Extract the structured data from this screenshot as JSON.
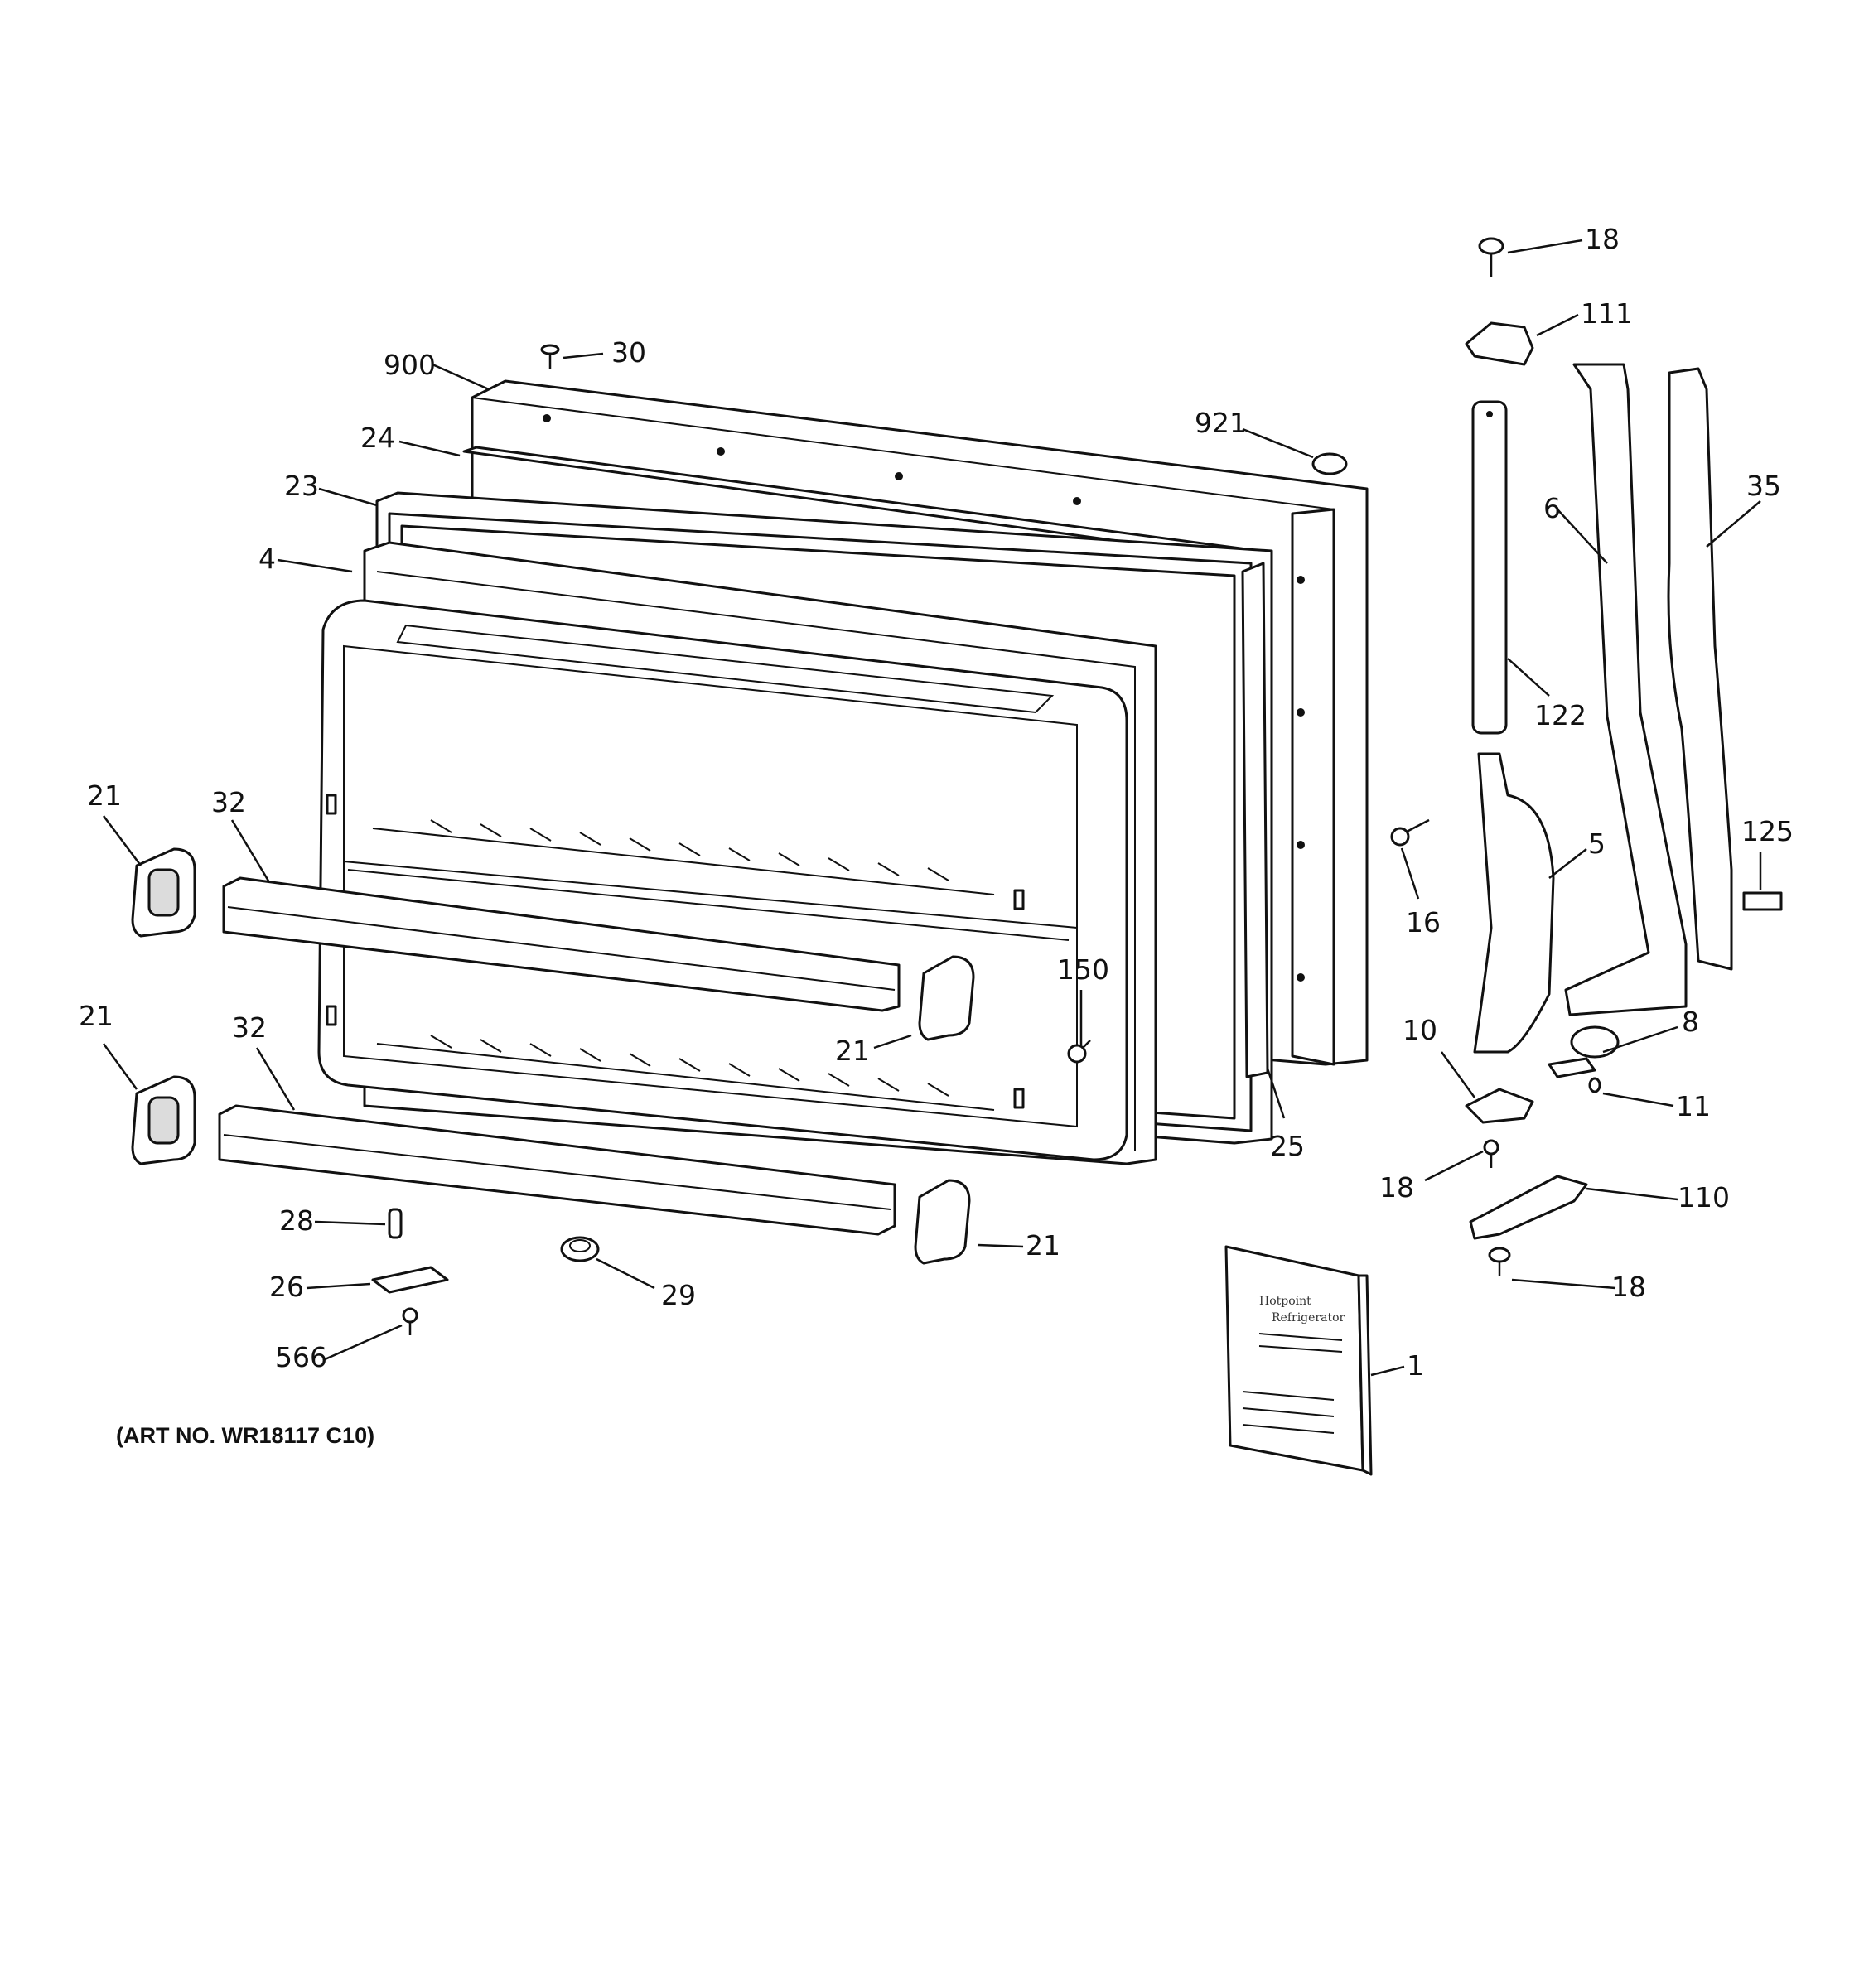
{
  "diagram": {
    "art_number": "(ART NO. WR18117 C10)",
    "manual_text": [
      "Hotpoint",
      "Refrigerator"
    ],
    "callouts": [
      {
        "id": "c-900",
        "label": "900"
      },
      {
        "id": "c-30",
        "label": "30"
      },
      {
        "id": "c-24",
        "label": "24"
      },
      {
        "id": "c-921",
        "label": "921"
      },
      {
        "id": "c-23",
        "label": "23"
      },
      {
        "id": "c-4",
        "label": "4"
      },
      {
        "id": "c-18-top",
        "label": "18"
      },
      {
        "id": "c-111",
        "label": "111"
      },
      {
        "id": "c-6",
        "label": "6"
      },
      {
        "id": "c-35",
        "label": "35"
      },
      {
        "id": "c-122",
        "label": "122"
      },
      {
        "id": "c-5",
        "label": "5"
      },
      {
        "id": "c-125",
        "label": "125"
      },
      {
        "id": "c-16",
        "label": "16"
      },
      {
        "id": "c-21-a",
        "label": "21"
      },
      {
        "id": "c-32-a",
        "label": "32"
      },
      {
        "id": "c-150",
        "label": "150"
      },
      {
        "id": "c-21-b",
        "label": "21"
      },
      {
        "id": "c-21-c",
        "label": "21"
      },
      {
        "id": "c-32-b",
        "label": "32"
      },
      {
        "id": "c-10",
        "label": "10"
      },
      {
        "id": "c-8",
        "label": "8"
      },
      {
        "id": "c-11",
        "label": "11"
      },
      {
        "id": "c-25",
        "label": "25"
      },
      {
        "id": "c-18-mid",
        "label": "18"
      },
      {
        "id": "c-110",
        "label": "110"
      },
      {
        "id": "c-28",
        "label": "28"
      },
      {
        "id": "c-21-d",
        "label": "21"
      },
      {
        "id": "c-26",
        "label": "26"
      },
      {
        "id": "c-29",
        "label": "29"
      },
      {
        "id": "c-18-bot",
        "label": "18"
      },
      {
        "id": "c-566",
        "label": "566"
      },
      {
        "id": "c-1",
        "label": "1"
      }
    ]
  }
}
